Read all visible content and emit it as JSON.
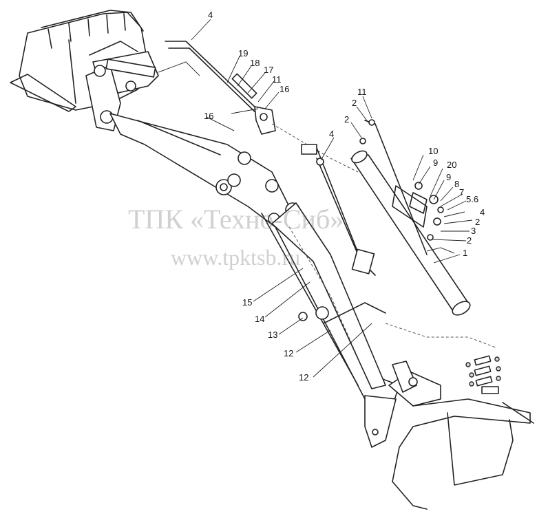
{
  "watermark": {
    "line1": "ТПК «Техно-Сиб»",
    "line2": "www.tpktsb.ru"
  },
  "callouts": [
    {
      "id": "c4a",
      "text": "4"
    },
    {
      "id": "c19",
      "text": "19"
    },
    {
      "id": "c18",
      "text": "18"
    },
    {
      "id": "c17",
      "text": "17"
    },
    {
      "id": "c11a",
      "text": "11"
    },
    {
      "id": "c16a",
      "text": "16"
    },
    {
      "id": "c16b",
      "text": "16"
    },
    {
      "id": "c11b",
      "text": "11"
    },
    {
      "id": "c2a",
      "text": "2"
    },
    {
      "id": "c2b",
      "text": "2"
    },
    {
      "id": "c4b",
      "text": "4"
    },
    {
      "id": "c10",
      "text": "10"
    },
    {
      "id": "c9a",
      "text": "9"
    },
    {
      "id": "c20",
      "text": "20"
    },
    {
      "id": "c9b",
      "text": "9"
    },
    {
      "id": "c8",
      "text": "8"
    },
    {
      "id": "c7",
      "text": "7"
    },
    {
      "id": "c56",
      "text": "5.6"
    },
    {
      "id": "c4c",
      "text": "4"
    },
    {
      "id": "c2c",
      "text": "2"
    },
    {
      "id": "c3",
      "text": "3"
    },
    {
      "id": "c2d",
      "text": "2"
    },
    {
      "id": "c1",
      "text": "1"
    },
    {
      "id": "c15",
      "text": "15"
    },
    {
      "id": "c14",
      "text": "14"
    },
    {
      "id": "c13",
      "text": "13"
    },
    {
      "id": "c12a",
      "text": "12"
    },
    {
      "id": "c12b",
      "text": "12"
    }
  ]
}
